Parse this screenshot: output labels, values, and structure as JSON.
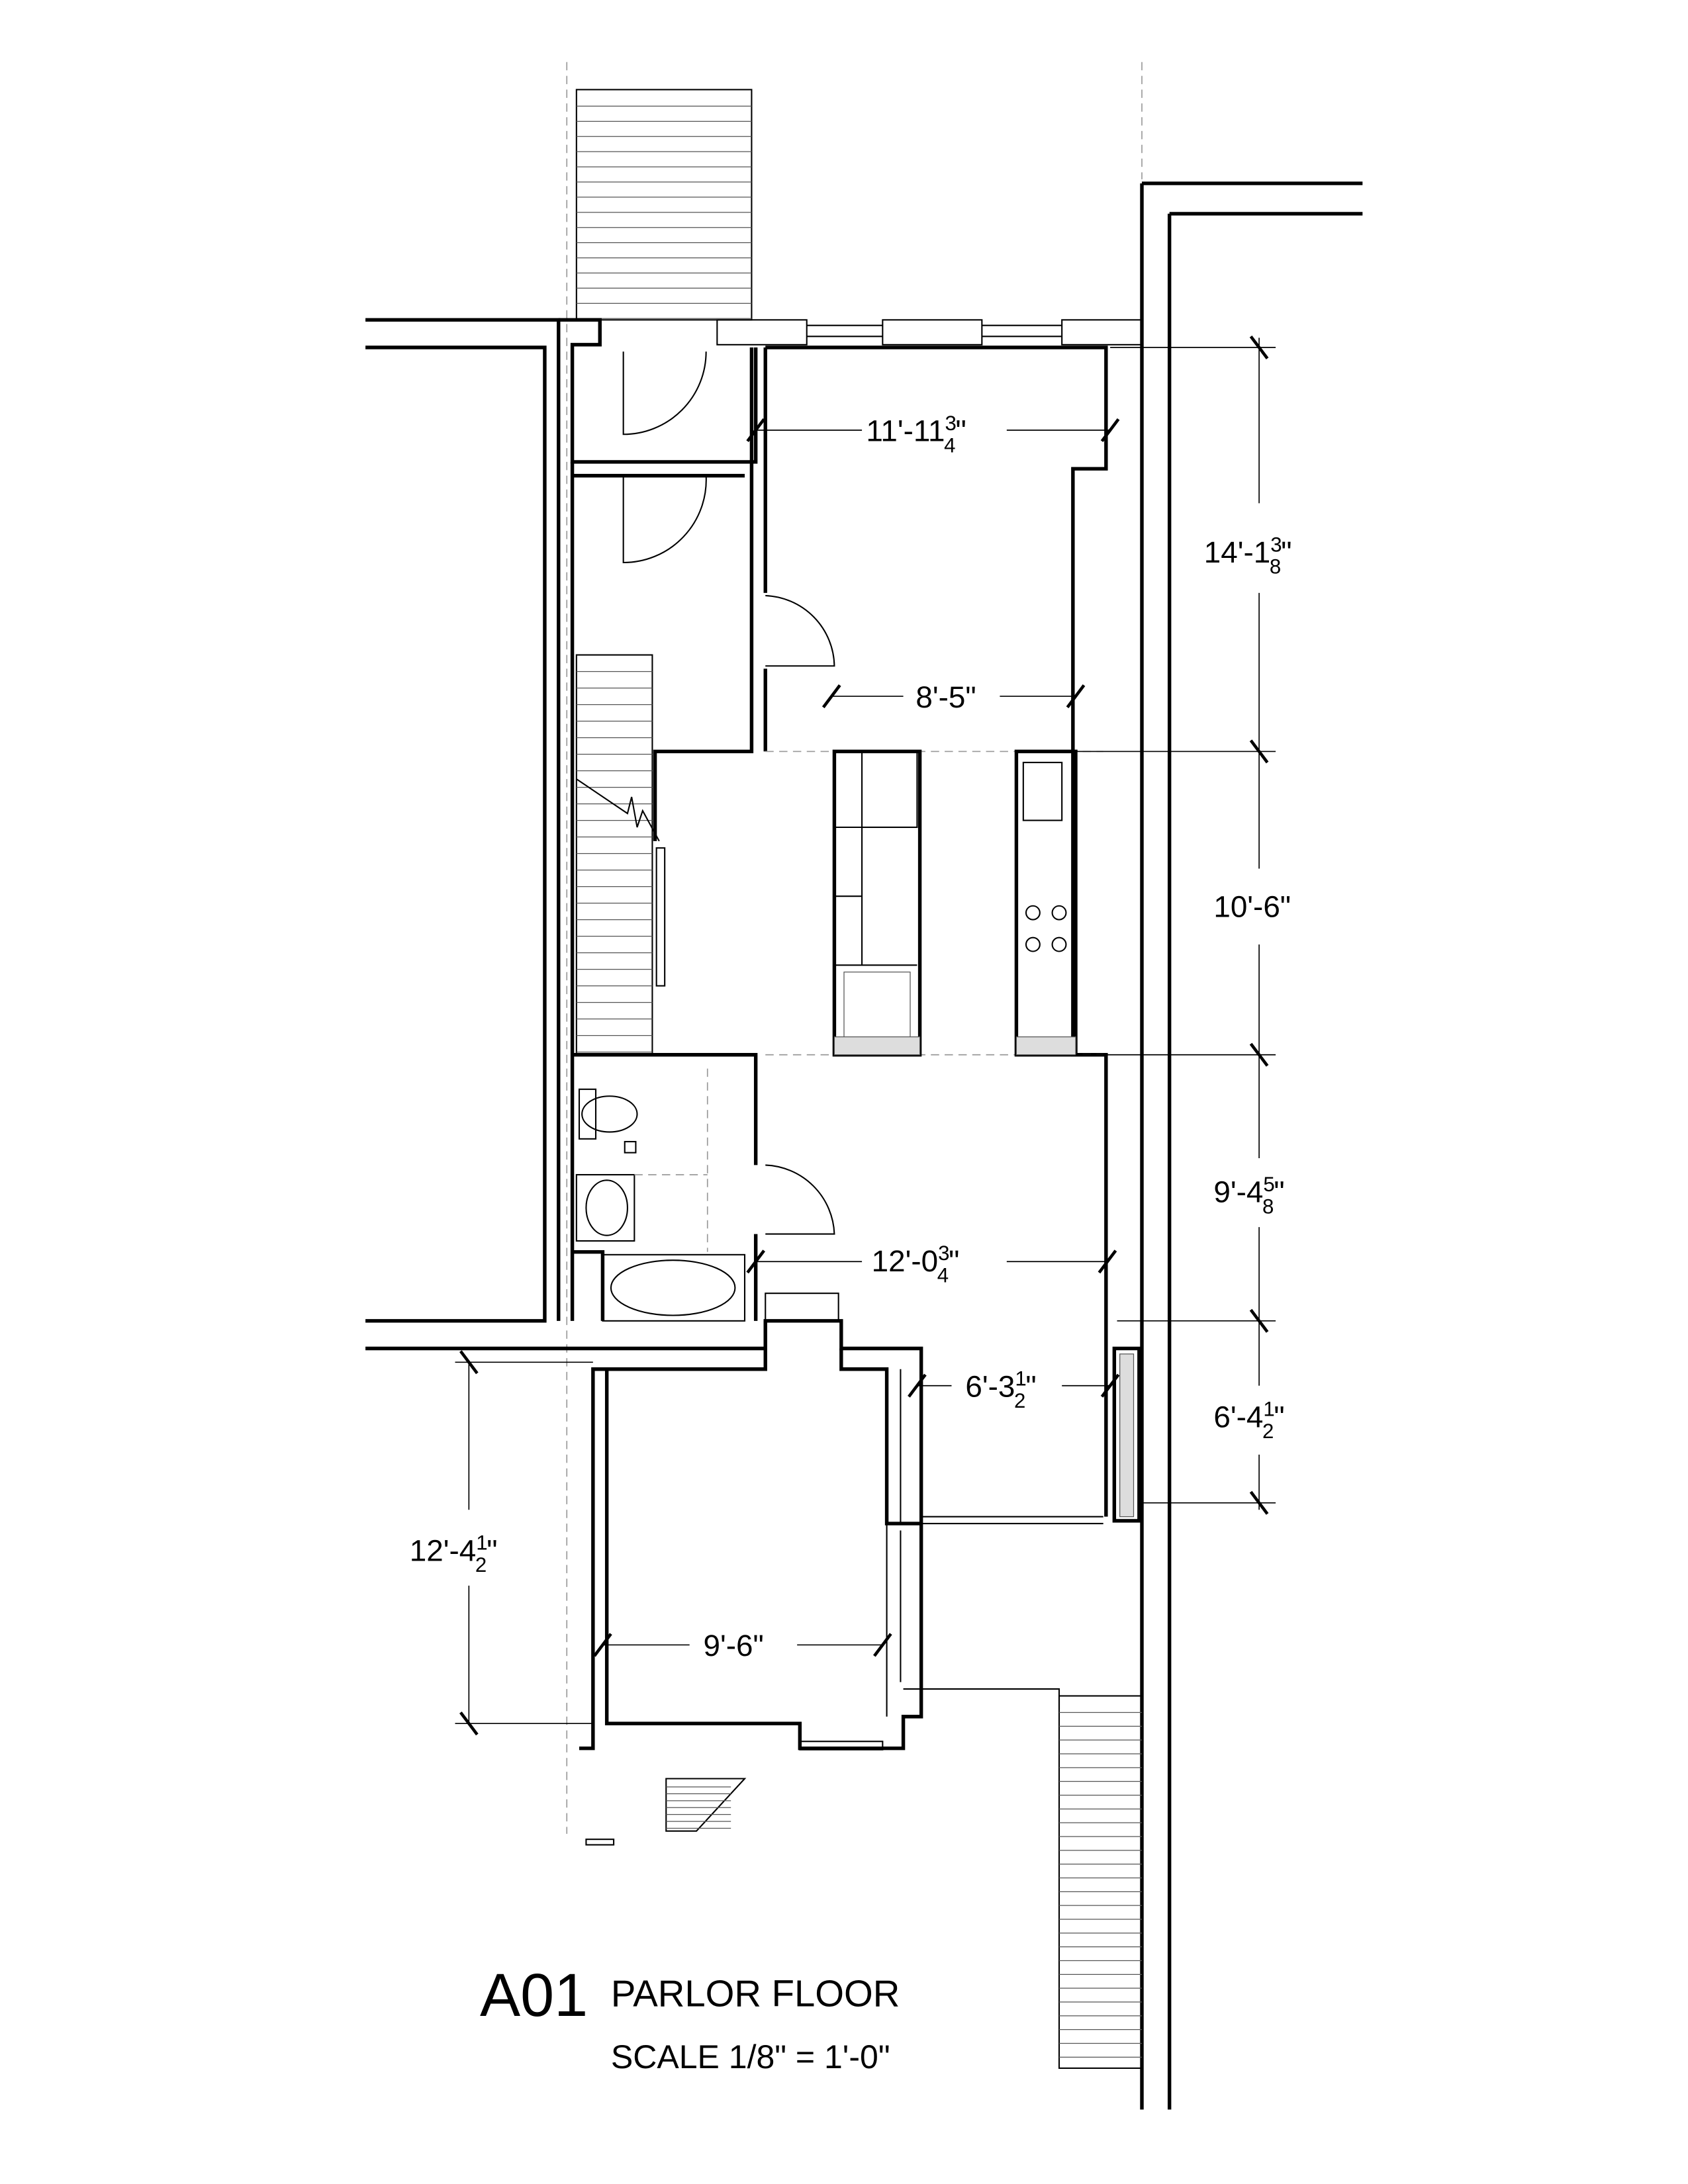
{
  "drawing": {
    "sheet_id": "A01",
    "title": "PARLOR FLOOR",
    "scale": "SCALE 1/8\" = 1'-0\""
  },
  "dimensions": {
    "front_width": {
      "main": "11'-11",
      "num": "3",
      "den": "4",
      "suffix": "\""
    },
    "front_depth": {
      "main": "14'-1",
      "num": "3",
      "den": "8",
      "suffix": "\""
    },
    "mid_width": {
      "main": "8'-5\""
    },
    "kitchen_depth": {
      "main": "10'-6\""
    },
    "rear_depth": {
      "main": "9'-4",
      "num": "5",
      "den": "8",
      "suffix": "\""
    },
    "rear_width": {
      "main": "12'-0",
      "num": "3",
      "den": "4",
      "suffix": "\""
    },
    "passage_width": {
      "main": "6'-3",
      "num": "1",
      "den": "2",
      "suffix": "\""
    },
    "passage_depth": {
      "main": "6'-4",
      "num": "1",
      "den": "2",
      "suffix": "\""
    },
    "extension_depth": {
      "main": "12'-4",
      "num": "1",
      "den": "2",
      "suffix": "\""
    },
    "extension_width": {
      "main": "9'-6\""
    }
  }
}
